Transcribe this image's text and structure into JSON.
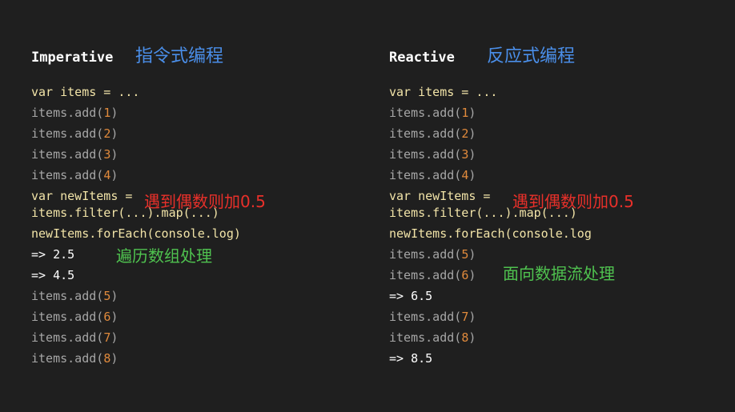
{
  "left": {
    "heading": "Imperative",
    "zh_title": "指令式编程",
    "lines": {
      "l1": "var items = ...",
      "l2_pre": "items.add(",
      "l2_num": "1",
      "l2_post": ")",
      "l3_pre": "items.add(",
      "l3_num": "2",
      "l3_post": ")",
      "l4_pre": "items.add(",
      "l4_num": "3",
      "l4_post": ")",
      "l5_pre": "items.add(",
      "l5_num": "4",
      "l5_post": ")",
      "l6": "var newItems =",
      "l7": "items.filter(...).map(...)",
      "l8": "newItems.forEach(console.log)",
      "l9": "=> 2.5",
      "l10": "=> 4.5",
      "l11_pre": "items.add(",
      "l11_num": "5",
      "l11_post": ")",
      "l12_pre": "items.add(",
      "l12_num": "6",
      "l12_post": ")",
      "l13_pre": "items.add(",
      "l13_num": "7",
      "l13_post": ")",
      "l14_pre": "items.add(",
      "l14_num": "8",
      "l14_post": ")"
    },
    "anno_red": "遇到偶数则加0.5",
    "anno_green": "遍历数组处理"
  },
  "right": {
    "heading": "Reactive",
    "zh_title": "反应式编程",
    "lines": {
      "l1": "var items = ...",
      "l2_pre": "items.add(",
      "l2_num": "1",
      "l2_post": ")",
      "l3_pre": "items.add(",
      "l3_num": "2",
      "l3_post": ")",
      "l4_pre": "items.add(",
      "l4_num": "3",
      "l4_post": ")",
      "l5_pre": "items.add(",
      "l5_num": "4",
      "l5_post": ")",
      "l6": "var newItems =",
      "l7": "items.filter(...).map(...)",
      "l8": "newItems.forEach(console.log",
      "l9_pre": "items.add(",
      "l9_num": "5",
      "l9_post": ")",
      "l10_pre": "items.add(",
      "l10_num": "6",
      "l10_post": ")",
      "l11": "=> 6.5",
      "l12_pre": "items.add(",
      "l12_num": "7",
      "l12_post": ")",
      "l13_pre": "items.add(",
      "l13_num": "8",
      "l13_post": ")",
      "l14": "=> 8.5"
    },
    "anno_red": "遇到偶数则加0.5",
    "anno_green": "面向数据流处理"
  },
  "colors": {
    "background": "#1f1f1f",
    "heading": "#ffffff",
    "zh_title": "#4a8ee8",
    "code_keyword_line": "#f2e4a8",
    "code_default": "#a6a6a6",
    "code_number": "#e08a3c",
    "annotation_red": "#e8302a",
    "annotation_green": "#4fc24f"
  }
}
